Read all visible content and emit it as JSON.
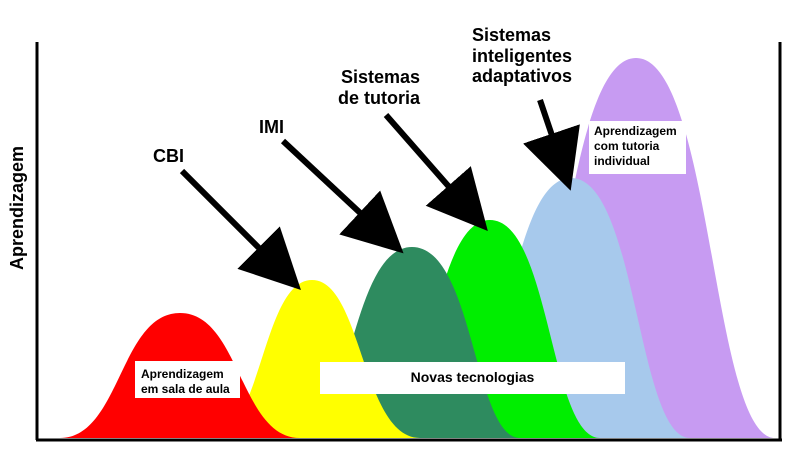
{
  "axis": {
    "ylabel": "Aprendizagem"
  },
  "curves": [
    {
      "id": "sala",
      "color": "#ff0000"
    },
    {
      "id": "cbi",
      "color": "#ffff00"
    },
    {
      "id": "imi",
      "color": "#2e8b5f"
    },
    {
      "id": "tutoria",
      "color": "#00ee00"
    },
    {
      "id": "adaptativos",
      "color": "#a7c9ec"
    },
    {
      "id": "individual",
      "color": "#c79bf2"
    }
  ],
  "labels": {
    "cbi": "CBI",
    "imi": "IMI",
    "tutoria_line1": "Sistemas",
    "tutoria_line2": "de tutoria",
    "adapt_line1": "Sistemas",
    "adapt_line2": "inteligentes",
    "adapt_line3": "adaptativos"
  },
  "boxes": {
    "sala_line1": "Aprendizagem",
    "sala_line2": "em sala de aula",
    "novas": "Novas tecnologias",
    "individual_line1": "Aprendizagem",
    "individual_line2": "com tutoria",
    "individual_line3": "individual"
  }
}
